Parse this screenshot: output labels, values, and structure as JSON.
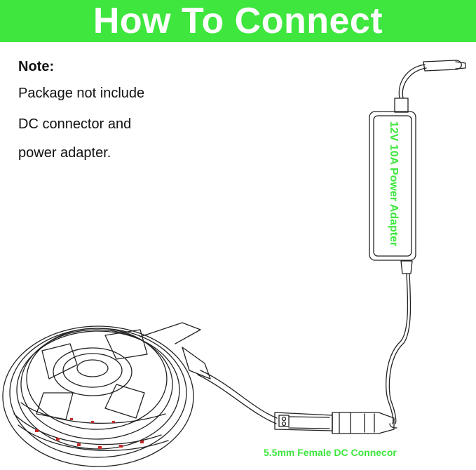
{
  "header": {
    "title": "How To Connect"
  },
  "note": {
    "title": "Note:",
    "line1": "Package not include",
    "line2": "DC connector and",
    "line3": "power adapter."
  },
  "adapter": {
    "label": "12V 10A Power Adapter"
  },
  "connector": {
    "label": "5.5mm Female DC Connecor"
  },
  "colors": {
    "banner": "#3ee63e",
    "label_green": "#3ee63e",
    "line_art": "#222222"
  }
}
